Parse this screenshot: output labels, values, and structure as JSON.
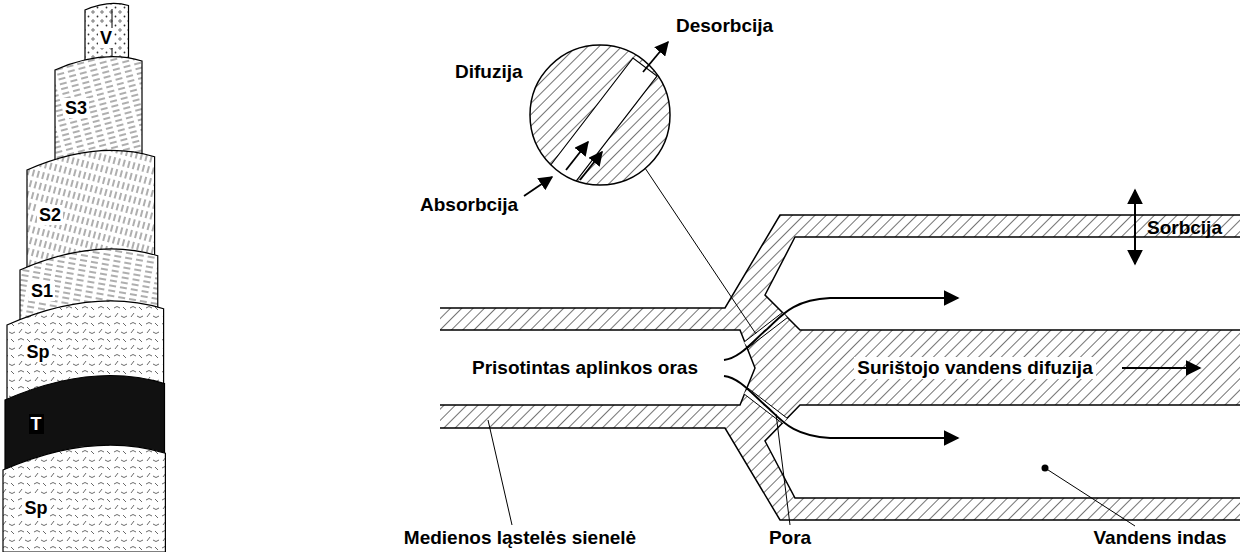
{
  "diagram": {
    "labels": [
      "V",
      "S3",
      "S2",
      "S1",
      "Sp",
      "T",
      "Sp",
      "Desorbcija",
      "Difuzija",
      "Absorbcija",
      "Sorbcija",
      "Prisotintas aplinkos oras",
      "Surištojo vandens difuzija",
      "Medienos ląstelės sienelė",
      "Pora",
      "Vandens indas"
    ]
  }
}
